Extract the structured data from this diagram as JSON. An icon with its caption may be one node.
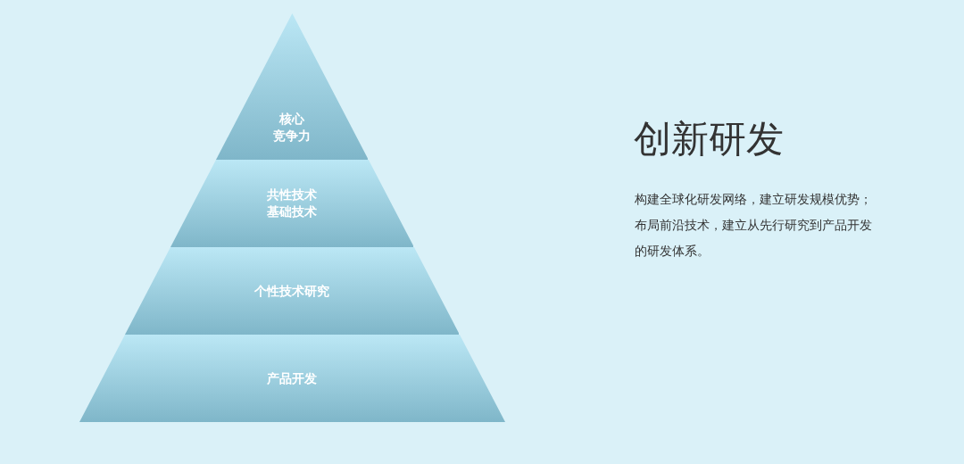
{
  "diagram": {
    "title": "创新研发",
    "nodes": [
      {
        "text": [
          "核心",
          "竞争力"
        ]
      },
      {
        "text": [
          "共性技术基础技术"
        ]
      },
      {
        "text": [
          "个性技术研究"
        ]
      },
      {
        "text": [
          "产品开发"
        ]
      }
    ],
    "labels": [
      "构建全球化研发网络，建立研发规模优势；布局前沿技术，建立从先行研究到产品开发的研发体系。"
    ]
  }
}
